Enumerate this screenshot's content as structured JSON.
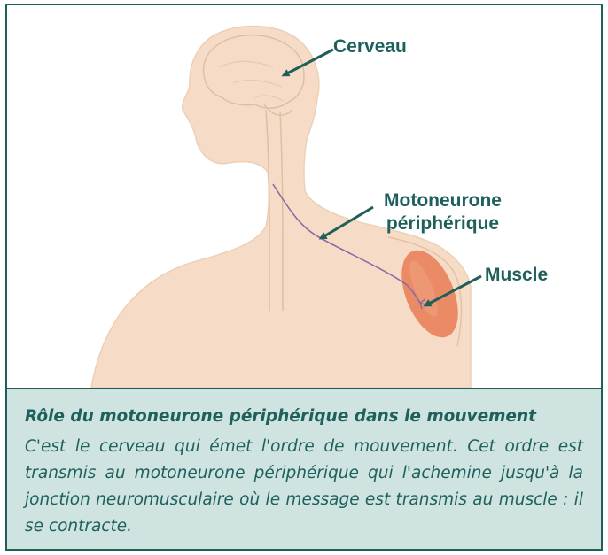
{
  "figure": {
    "labels": {
      "cerveau": "Cerveau",
      "motoneurone_line1": "Motoneurone",
      "motoneurone_line2": "périphérique",
      "muscle": "Muscle"
    },
    "colors": {
      "skin": "#f6dcc6",
      "outline": "#e3c2a6",
      "nerve": "#8e6aa4",
      "muscle": "#e9825a",
      "accent": "#1f5f5a"
    }
  },
  "caption": {
    "title": "Rôle du motoneurone périphérique dans le mouvement",
    "body": "C'est le cerveau qui émet l'ordre de mouvement. Cet ordre est transmis au motoneurone périphérique qui l'achemine jusqu'à la jonction neuromusculaire où le message est transmis au muscle : il se contracte.",
    "background": "#cfe3e1"
  }
}
